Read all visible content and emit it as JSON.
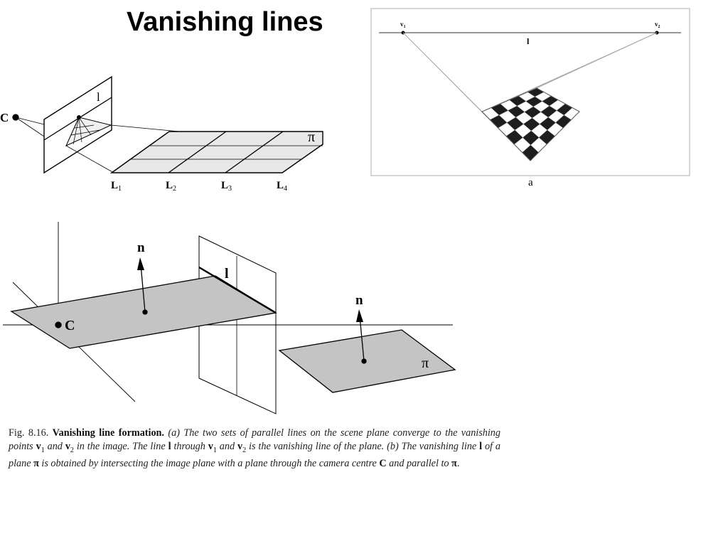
{
  "title": "Vanishing lines",
  "figure_a": {
    "camera_label": "C",
    "line_label": "l",
    "plane_label": "π",
    "line_labels": [
      {
        "main": "L",
        "sub": "1"
      },
      {
        "main": "L",
        "sub": "2"
      },
      {
        "main": "L",
        "sub": "3"
      },
      {
        "main": "L",
        "sub": "4"
      }
    ]
  },
  "figure_checker": {
    "v1_label": "v",
    "v1_sub": "1",
    "v2_label": "v",
    "v2_sub": "2",
    "line_label": "l",
    "panel_label": "a"
  },
  "figure_b": {
    "normal_label": "n",
    "line_label": "l",
    "camera_label": "C",
    "normal_label_2": "n",
    "plane_label": "π"
  },
  "caption": {
    "fig_number": "Fig. 8.16.",
    "bold_title": "Vanishing line formation.",
    "text_a1": "(a) The two sets of parallel lines on the scene plane converge to the vanishing points ",
    "v1": "v",
    "v1_sub": "1",
    "and": " and ",
    "v2": "v",
    "v2_sub": "2",
    "text_a2": " in the image. The line ",
    "l": "l",
    "through": " through ",
    "v1b": "v",
    "v1b_sub": "1",
    "and2": " and ",
    "v2b": "v",
    "v2b_sub": "2",
    "text_a3": " is the vanishing line of the plane.  (b) The vanishing line ",
    "l2": "l",
    "text_b1": " of a plane ",
    "pi": "π",
    "text_b2": " is obtained by intersecting the image plane with a plane through the camera centre ",
    "C": "C",
    "text_b3": " and parallel to ",
    "pi2": "π",
    "end": "."
  }
}
